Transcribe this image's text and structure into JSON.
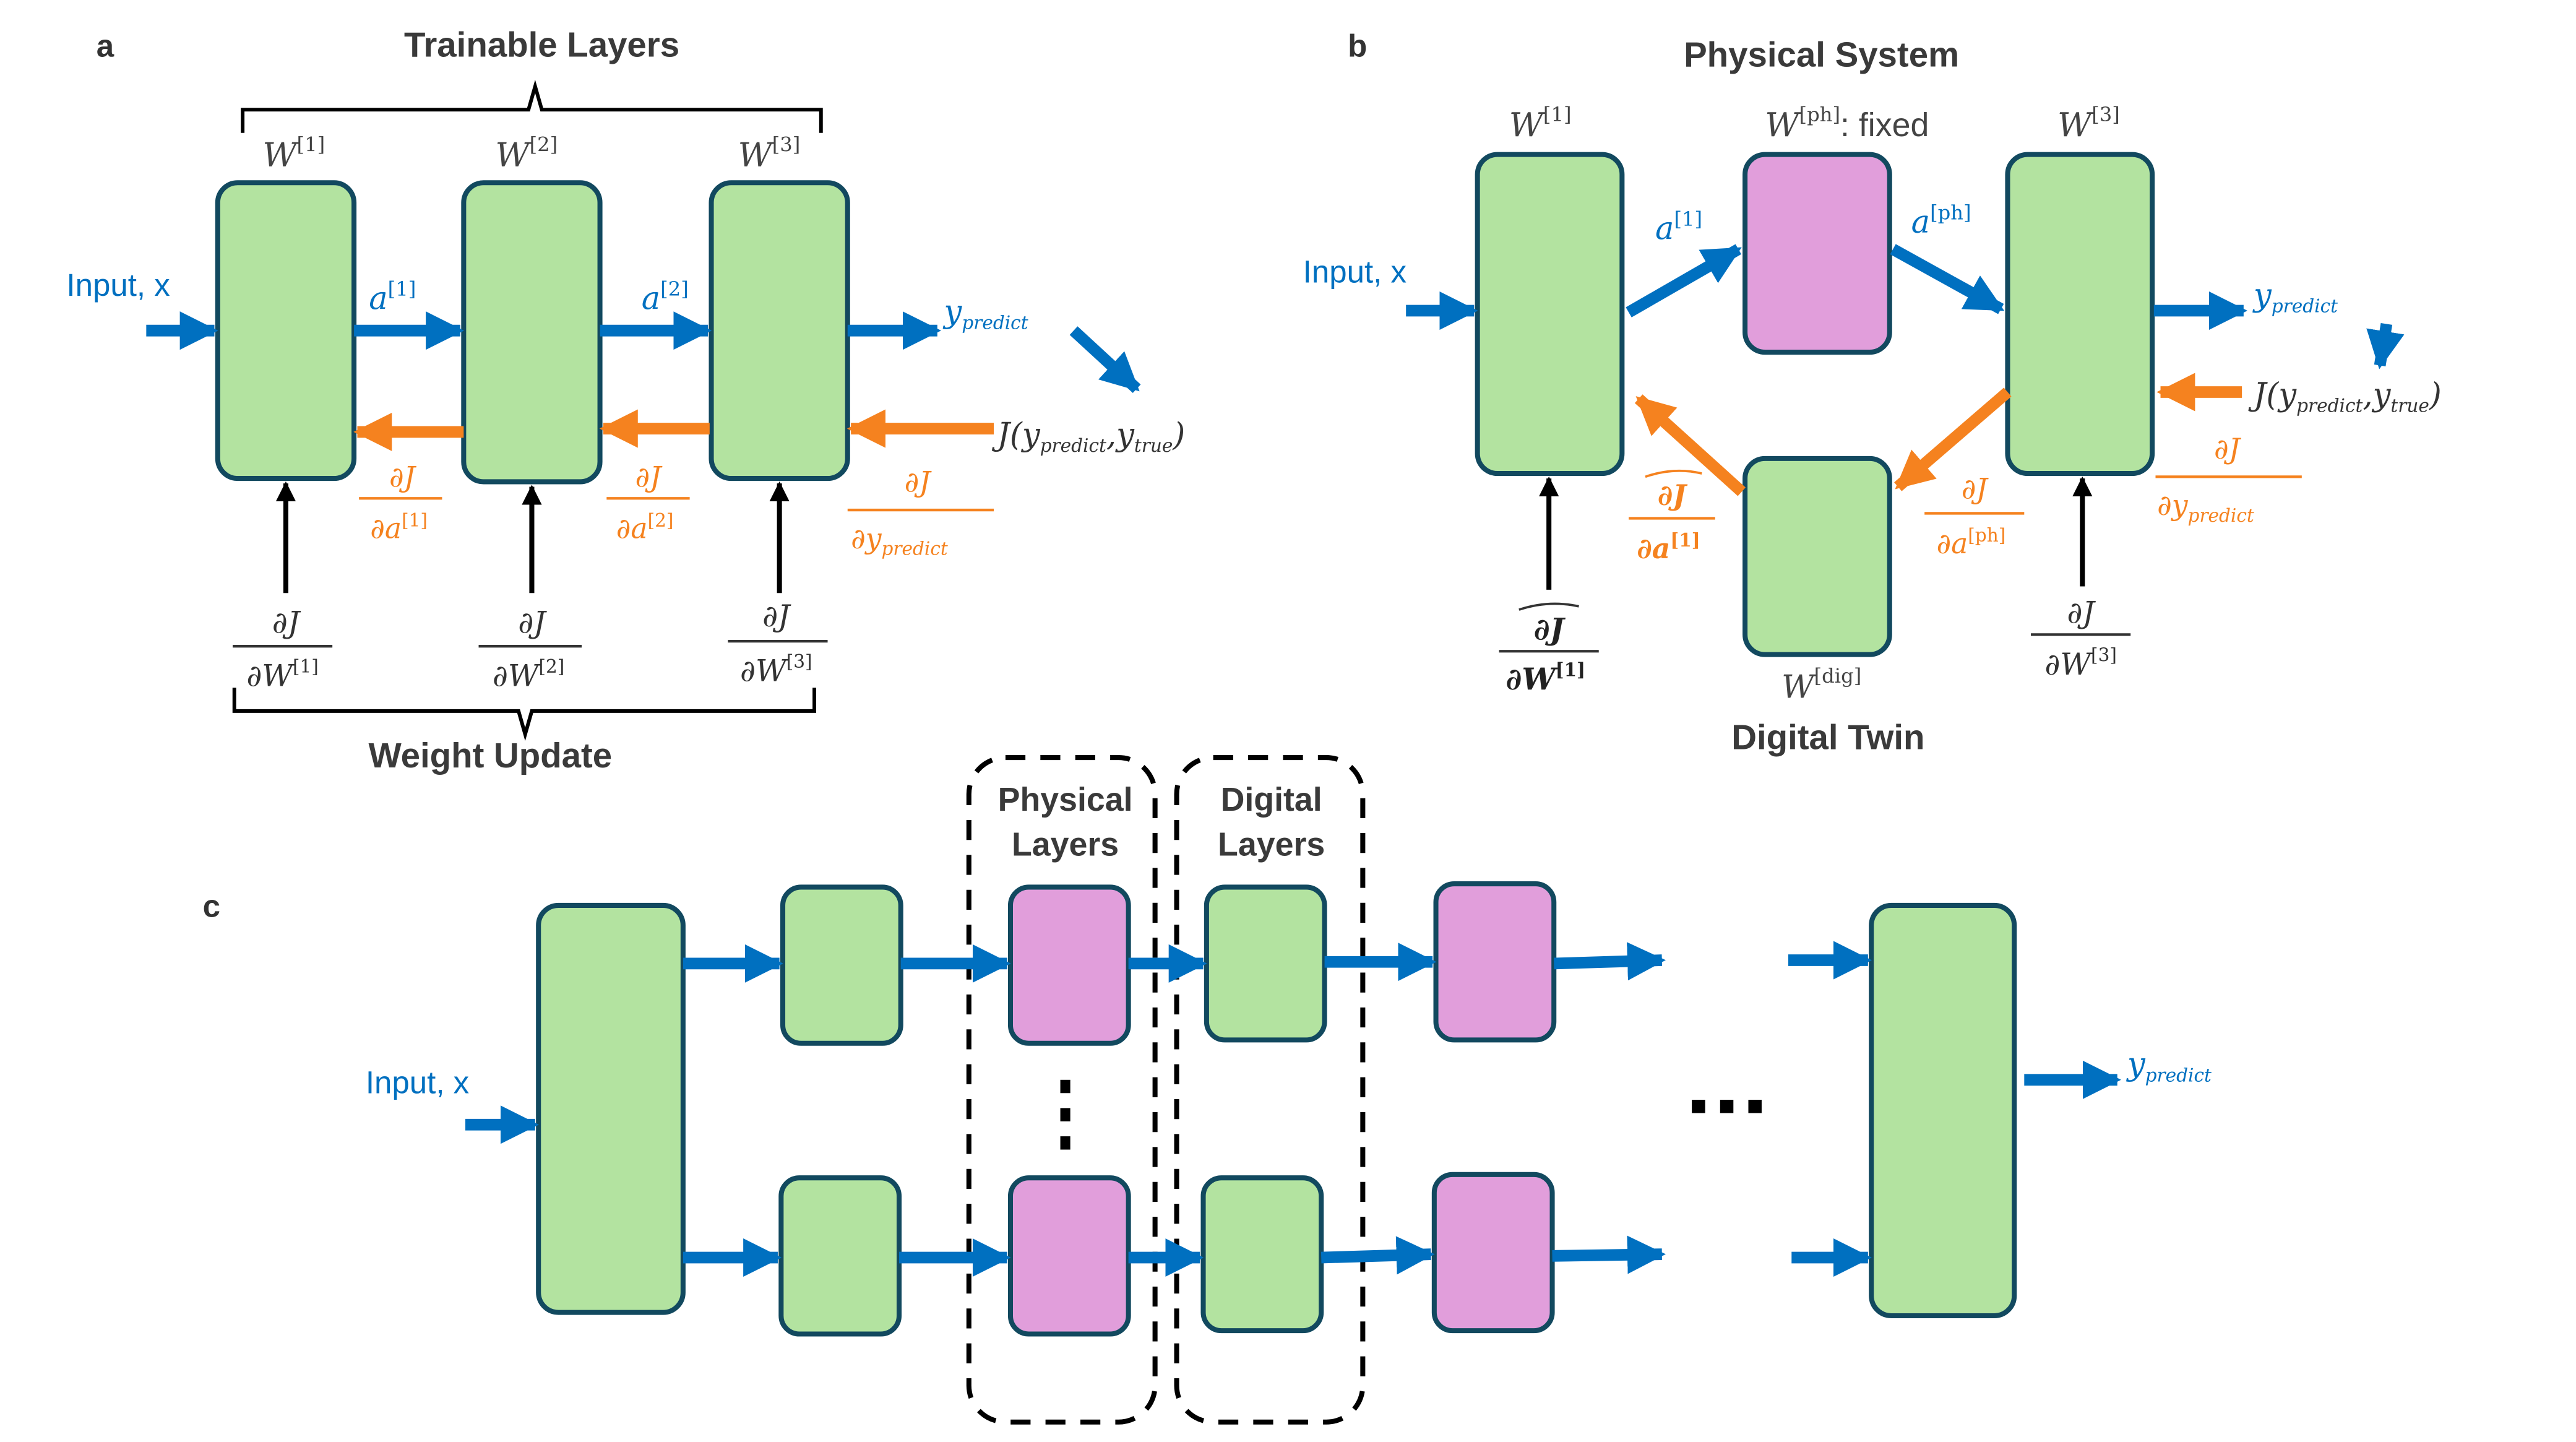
{
  "colors": {
    "trainable_layer": "#b3e3a0",
    "physical_layer": "#e19edb",
    "box_stroke": "#12495f",
    "forward_arrow": "#0070c0",
    "backward_arrow": "#f5821f",
    "weight_update_arrow": "#000000",
    "label_text": "#3a3a3a"
  },
  "panel_a": {
    "letter": "a",
    "top_brace_label": "Trainable Layers",
    "bottom_brace_label": "Weight Update",
    "input_label": "Input, x",
    "layers": [
      {
        "weight": "W",
        "sup": "[1]"
      },
      {
        "weight": "W",
        "sup": "[2]"
      },
      {
        "weight": "W",
        "sup": "[3]"
      }
    ],
    "activations": [
      {
        "base": "a",
        "sup": "[1]"
      },
      {
        "base": "a",
        "sup": "[2]"
      }
    ],
    "output_label": {
      "base": "y",
      "sub": "predict"
    },
    "loss_label": {
      "prefix": "J(y",
      "sub1": "predict",
      "mid": ",y",
      "sub2": "true",
      "suffix": ")"
    },
    "backward_grads": [
      {
        "num": "∂J",
        "den": "∂a",
        "den_sup": "[1]"
      },
      {
        "num": "∂J",
        "den": "∂a",
        "den_sup": "[2]"
      },
      {
        "num": "∂J",
        "den": "∂y",
        "den_sub": "predict"
      }
    ],
    "weight_grads": [
      {
        "num": "∂J",
        "den": "∂W",
        "den_sup": "[1]"
      },
      {
        "num": "∂J",
        "den": "∂W",
        "den_sup": "[2]"
      },
      {
        "num": "∂J",
        "den": "∂W",
        "den_sup": "[3]"
      }
    ]
  },
  "panel_b": {
    "letter": "b",
    "top_label": "Physical System",
    "bottom_label": "Digital Twin",
    "input_label": "Input, x",
    "layers": [
      {
        "weight": "W",
        "sup": "[1]",
        "suffix": ""
      },
      {
        "weight": "W",
        "sup": "[ph]",
        "suffix": ": fixed"
      },
      {
        "weight": "W",
        "sup": "[3]",
        "suffix": ""
      },
      {
        "weight": "W",
        "sup": "[dig]",
        "suffix": ""
      }
    ],
    "activations": [
      {
        "base": "a",
        "sup": "[1]"
      },
      {
        "base": "a",
        "sup": "[ph]"
      }
    ],
    "output_label": {
      "base": "y",
      "sub": "predict"
    },
    "loss_label": {
      "prefix": "J(y",
      "sub1": "predict",
      "mid": ",y",
      "sub2": "true",
      "suffix": ")"
    },
    "backward_grads": [
      {
        "num": "∂J",
        "den": "∂y",
        "den_sub": "predict"
      },
      {
        "num": "∂J",
        "den": "∂a",
        "den_sup": "[ph]"
      },
      {
        "num": "∂J",
        "den": "∂a",
        "den_sup": "[1]",
        "approx": true
      }
    ],
    "weight_grads": [
      {
        "num": "∂J",
        "den": "∂W",
        "den_sup": "[1]",
        "approx": true
      },
      {
        "num": "∂J",
        "den": "∂W",
        "den_sup": "[3]"
      }
    ]
  },
  "panel_c": {
    "letter": "c",
    "input_label": "Input, x",
    "physical_group_label": [
      "Physical",
      "Layers"
    ],
    "digital_group_label": [
      "Digital",
      "Layers"
    ],
    "vertical_ellipsis": "⋮",
    "horizontal_ellipsis": "···",
    "output_label": {
      "base": "y",
      "sub": "predict"
    }
  }
}
